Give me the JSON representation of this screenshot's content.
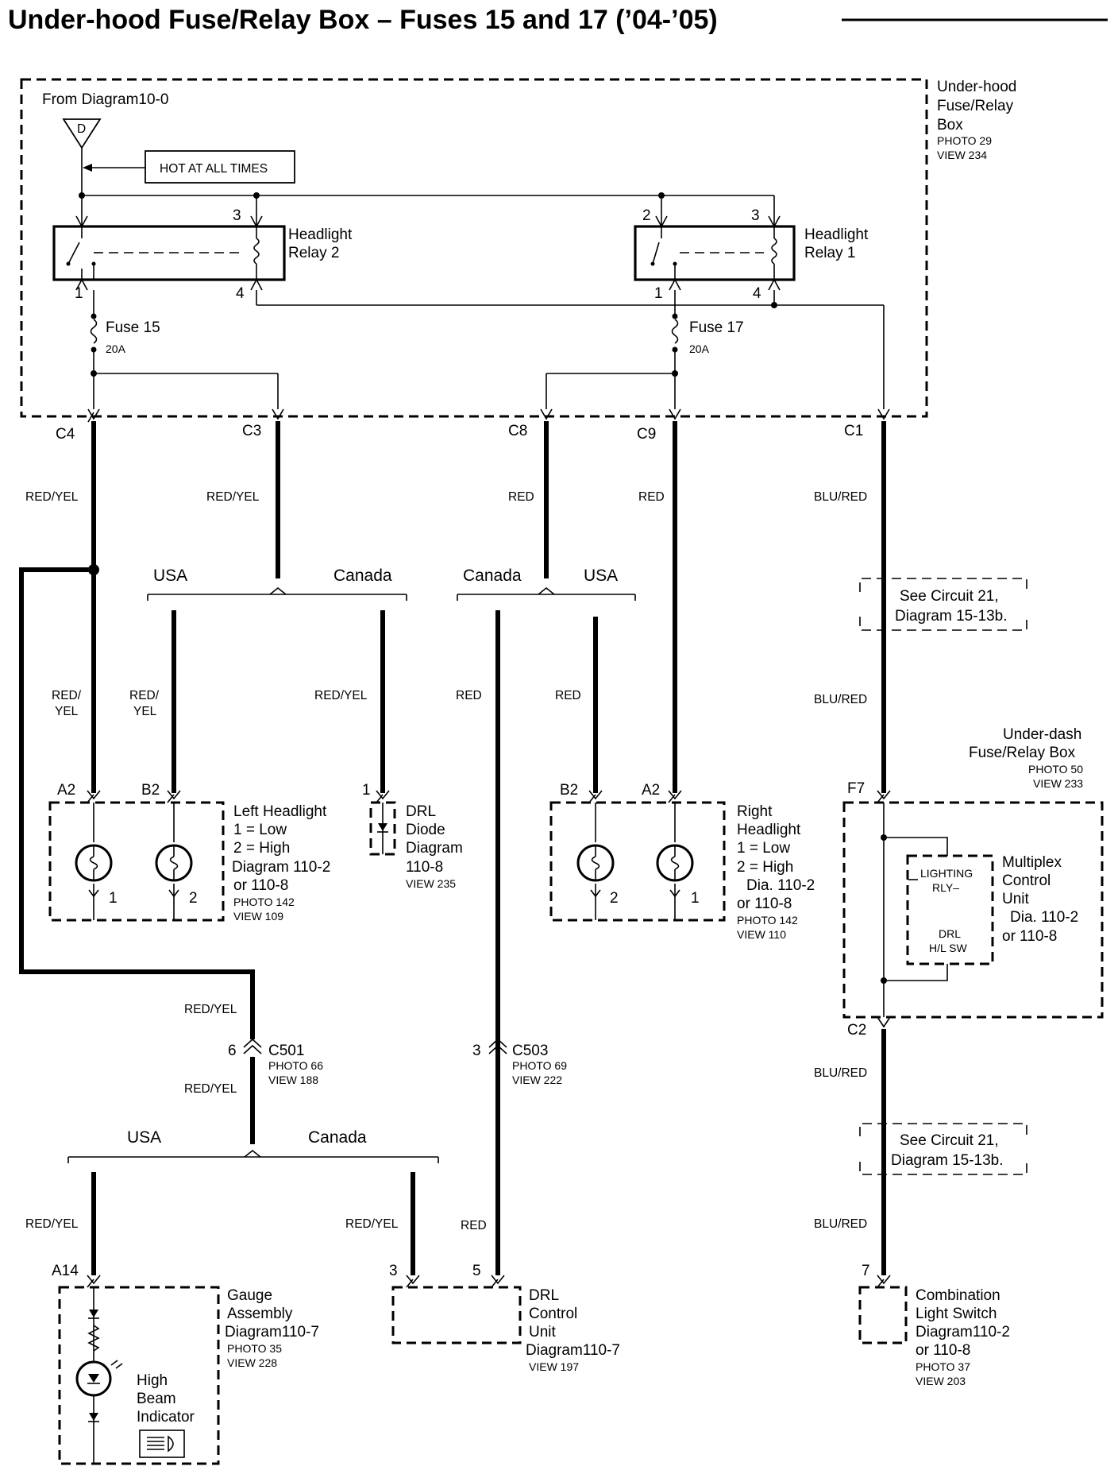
{
  "title": "Under-hood Fuse/Relay Box – Fuses 15 and 17 (’04-’05)",
  "underhood_box": {
    "name_lines": [
      "Under-hood",
      "Fuse/Relay",
      "Box"
    ],
    "photo": "PHOTO 29",
    "view": "VIEW 234",
    "source": "From Diagram10-0",
    "source_terminal": "D",
    "hot_label": "HOT AT ALL TIMES"
  },
  "relays": {
    "relay2": {
      "name_lines": [
        "Headlight",
        "Relay 2"
      ],
      "pins": [
        "3",
        "1",
        "4"
      ]
    },
    "relay1": {
      "name_lines": [
        "Headlight",
        "Relay 1"
      ],
      "pins": [
        "2",
        "3",
        "1",
        "4"
      ]
    }
  },
  "fuses": {
    "fuse15": {
      "label": "Fuse 15",
      "rating": "20A"
    },
    "fuse17": {
      "label": "Fuse 17",
      "rating": "20A"
    }
  },
  "connectors": {
    "c4": "C4",
    "c3": "C3",
    "c8": "C8",
    "c9": "C9",
    "c1": "C1"
  },
  "wires": {
    "red_yel": "RED/YEL",
    "red": "RED",
    "blu_red": "BLU/RED",
    "red_yel_split": [
      "RED/",
      "YEL"
    ]
  },
  "branches": {
    "usa": "USA",
    "canada": "Canada"
  },
  "see_circuit": [
    "See Circuit 21,",
    "Diagram 15-13b."
  ],
  "underdash_box": {
    "name_lines": [
      "Under-dash",
      "Fuse/Relay Box"
    ],
    "photo": "PHOTO 50",
    "view": "VIEW 233",
    "in_pin": "F7",
    "out_pin": "C2"
  },
  "multiplex": {
    "name_lines": [
      "Multiplex",
      "Control",
      "Unit",
      "Dia. 110-2",
      "or 110-8"
    ],
    "inner_top": [
      "LIGHTING",
      "RLY–"
    ],
    "inner_bottom": [
      "DRL",
      "H/L SW"
    ]
  },
  "left_headlight": {
    "pins": [
      "A2",
      "B2"
    ],
    "name_lines": [
      "Left Headlight",
      "1 = Low",
      "2 = High",
      "Diagram 110-2",
      "or 110-8"
    ],
    "photo": "PHOTO 142",
    "view": "VIEW 109",
    "bulb_nums": [
      "1",
      "2"
    ]
  },
  "drl_diode": {
    "pin": "1",
    "name_lines": [
      "DRL",
      "Diode",
      "Diagram",
      "110-8"
    ],
    "view": "VIEW 235"
  },
  "right_headlight": {
    "pins": [
      "B2",
      "A2"
    ],
    "name_lines": [
      "Right",
      "Headlight",
      "1 = Low",
      "2 = High",
      "Dia. 110-2",
      "or 110-8"
    ],
    "photo": "PHOTO 142",
    "view": "VIEW 110",
    "bulb_nums": [
      "2",
      "1"
    ]
  },
  "c501": {
    "pin": "6",
    "name": "C501",
    "photo": "PHOTO 66",
    "view": "VIEW 188"
  },
  "c503": {
    "pin": "3",
    "name": "C503",
    "photo": "PHOTO 69",
    "view": "VIEW 222"
  },
  "gauge": {
    "pin": "A14",
    "name_lines": [
      "Gauge",
      "Assembly",
      "Diagram110-7"
    ],
    "photo": "PHOTO 35",
    "view": "VIEW 228",
    "indicator_lines": [
      "High",
      "Beam",
      "Indicator"
    ]
  },
  "drl_unit": {
    "pins": [
      "3",
      "5"
    ],
    "name_lines": [
      "DRL",
      "Control",
      "Unit",
      "Diagram110-7"
    ],
    "view": "VIEW 197"
  },
  "combo_switch": {
    "pin": "7",
    "name_lines": [
      "Combination",
      "Light Switch",
      "Diagram110-2",
      "or 110-8"
    ],
    "photo": "PHOTO 37",
    "view": "VIEW 203"
  }
}
